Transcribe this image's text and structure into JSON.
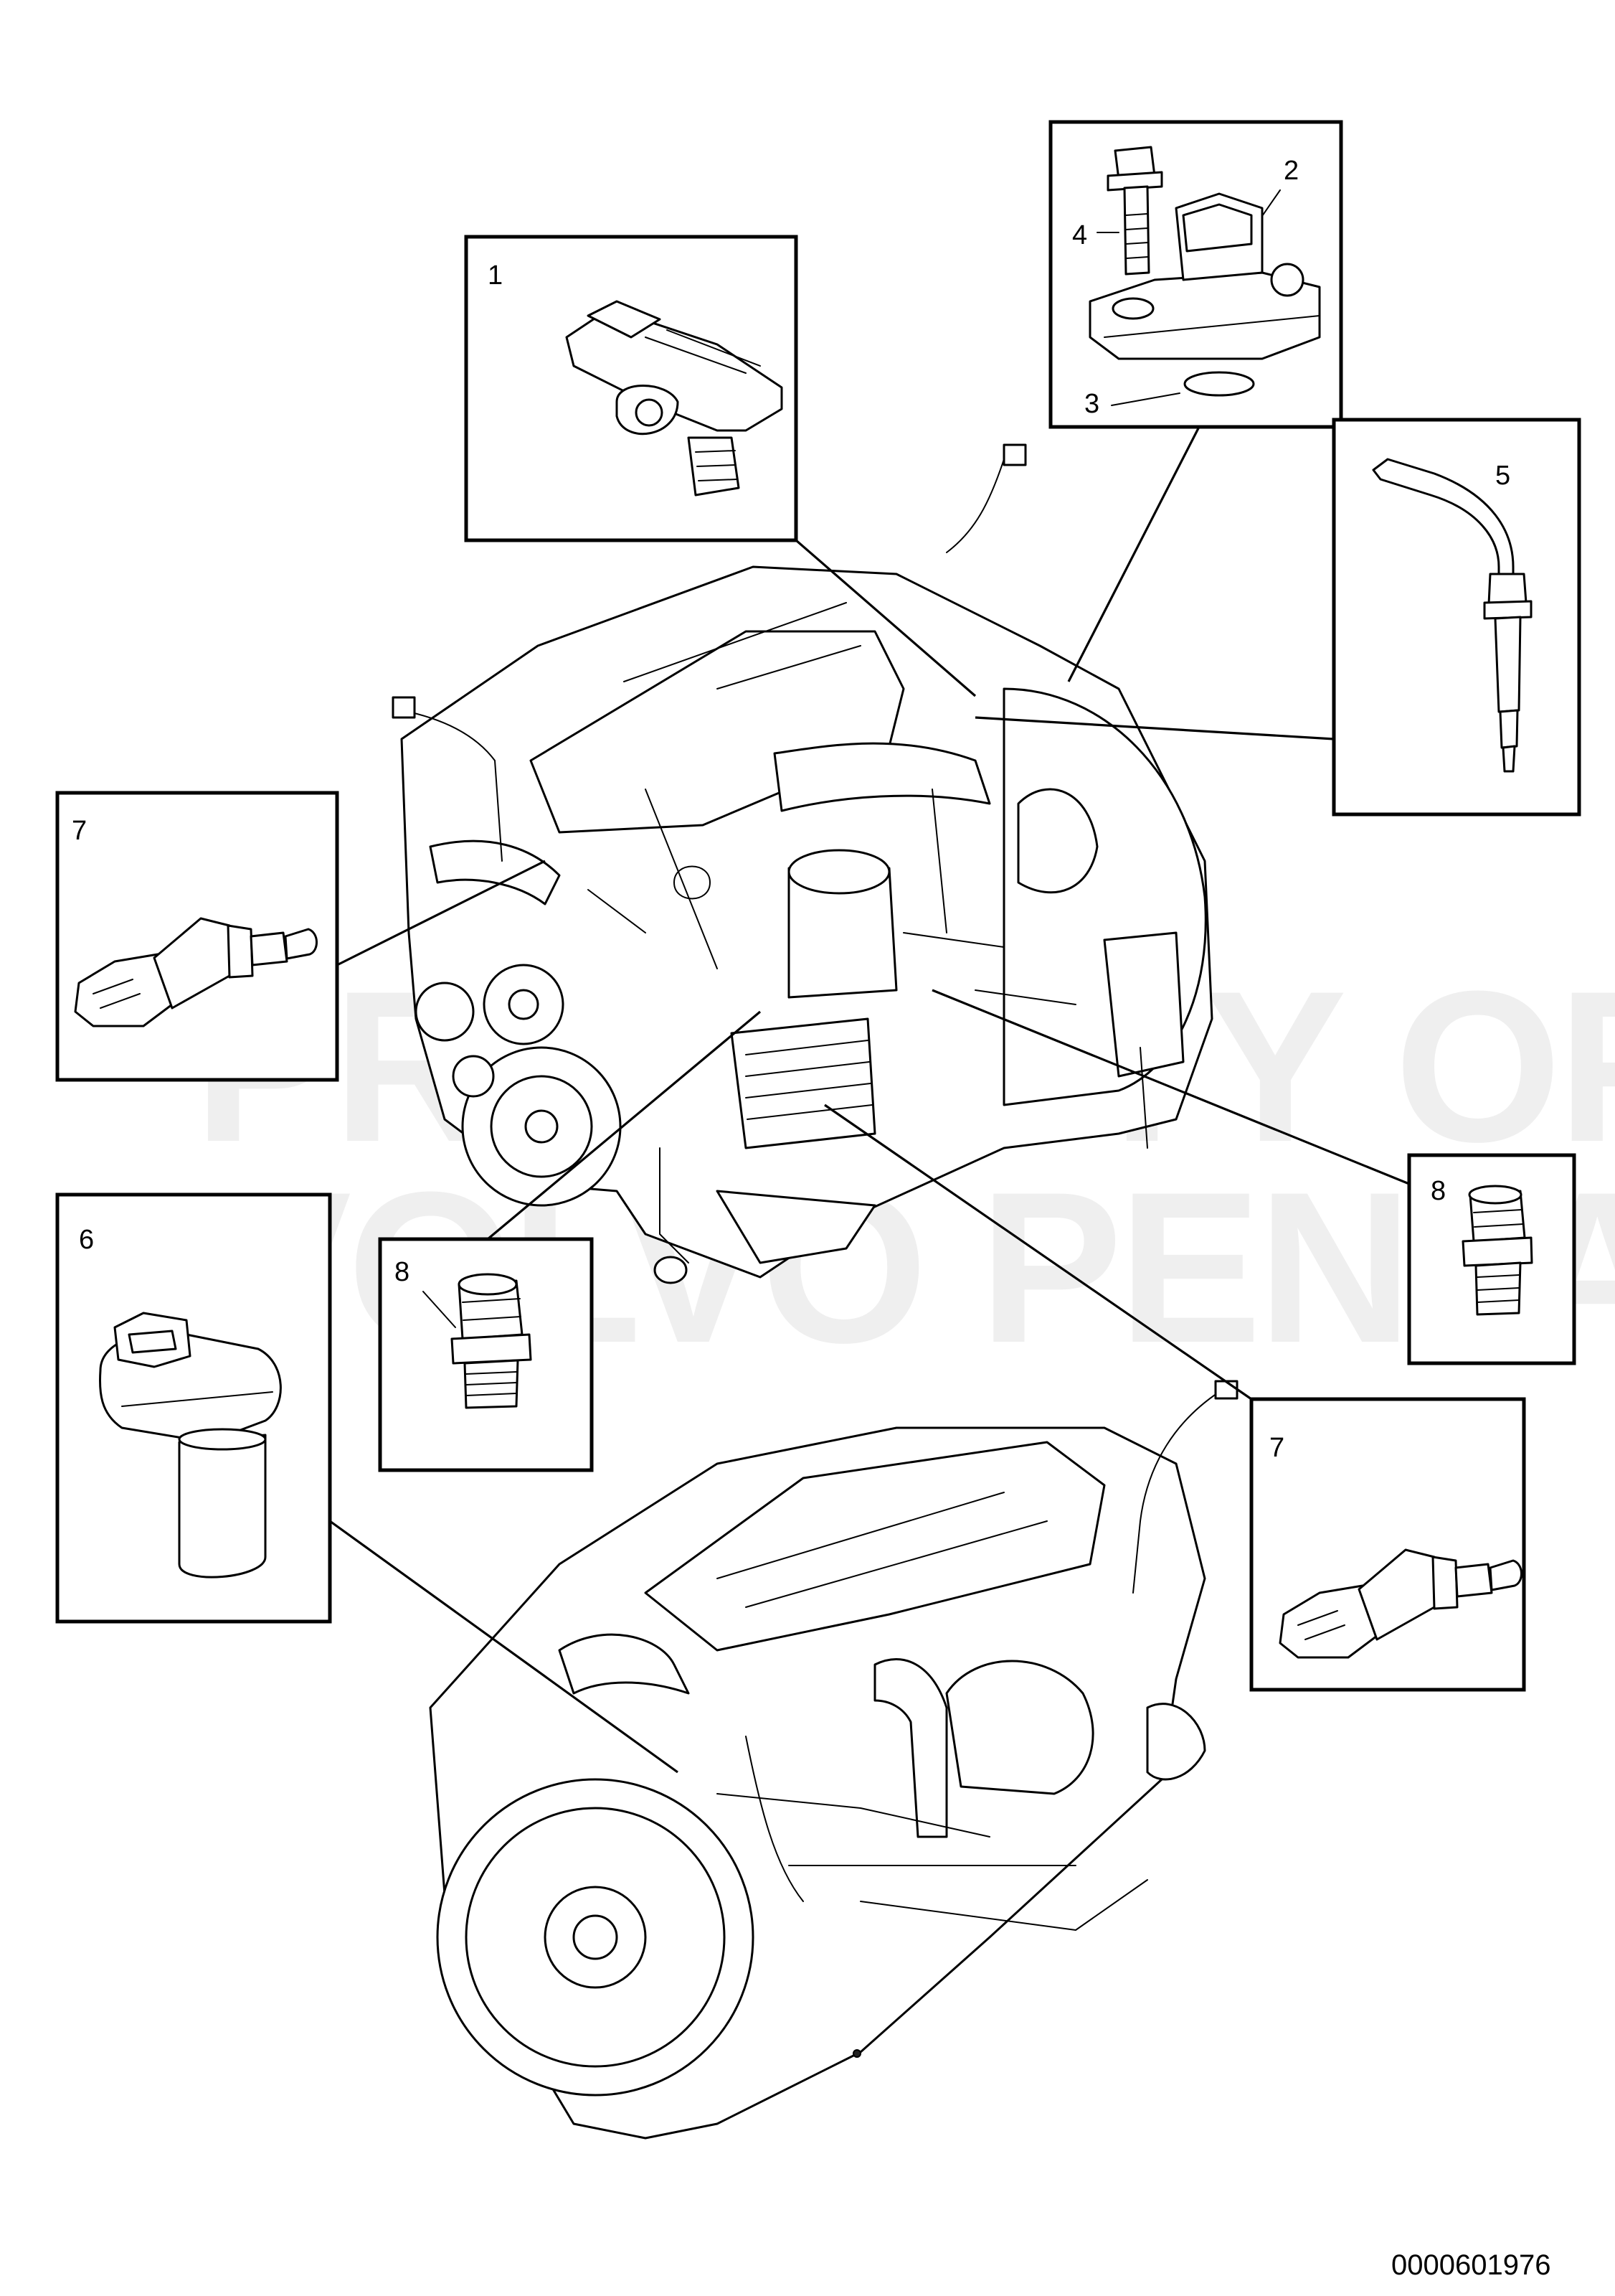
{
  "watermark": {
    "line1": "PROPERTY OF",
    "line2": "VOLVO PENTA"
  },
  "callouts": {
    "c1": "1",
    "c2": "2",
    "c3": "3",
    "c4": "4",
    "c5": "5",
    "c6": "6",
    "c7a": "7",
    "c7b": "7",
    "c8a": "8",
    "c8b": "8"
  },
  "document_number": "0000601976"
}
